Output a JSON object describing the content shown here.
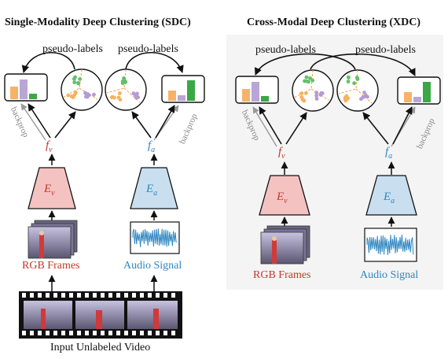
{
  "sdc": {
    "title": "Single-Modality Deep Clustering (SDC)",
    "pseudo_label_left": "pseudo-labels",
    "pseudo_label_right": "pseudo-labels",
    "backprop_left": "backprop",
    "backprop_right": "backprop",
    "f_v": "f",
    "f_v_sub": "v",
    "f_a": "f",
    "f_a_sub": "a",
    "E_v": "E",
    "E_v_sub": "v",
    "E_a": "E",
    "E_a_sub": "a",
    "rgb_label": "RGB Frames",
    "audio_label": "Audio Signal",
    "input_label": "Input Unlabeled Video"
  },
  "xdc": {
    "title": "Cross-Modal Deep Clustering (XDC)",
    "pseudo_label_left": "pseudo-labels",
    "pseudo_label_right": "pseudo-labels",
    "backprop_left": "backprop",
    "backprop_right": "backprop",
    "f_v": "f",
    "f_v_sub": "v",
    "f_a": "f",
    "f_a_sub": "a",
    "E_v": "E",
    "E_v_sub": "v",
    "E_a": "E",
    "E_a_sub": "a",
    "rgb_label": "RGB Frames",
    "audio_label": "Audio Signal"
  },
  "colors": {
    "visual": "#c0392b",
    "audio": "#2e86c1",
    "encoder_v_fill": "#f5c2c2",
    "encoder_a_fill": "#c9dff0",
    "bar_orange": "#f7b26a",
    "bar_purple": "#b9a6d6",
    "bar_green": "#39a845",
    "dot_green": "#63c06a",
    "dot_purple": "#b49ad6",
    "dot_orange": "#f6b25e"
  }
}
